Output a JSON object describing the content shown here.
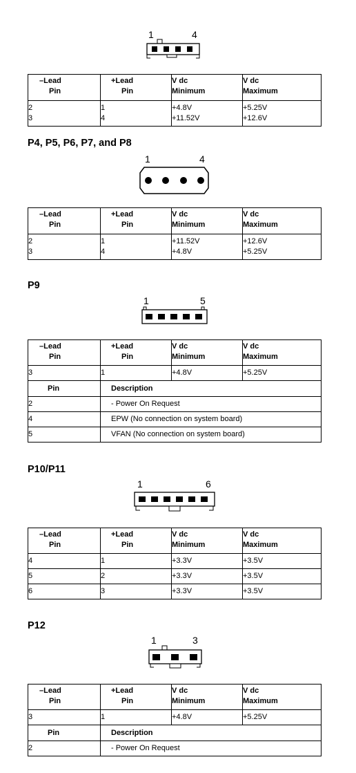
{
  "connector_labels": {
    "c1": {
      "left": "1",
      "right": "4"
    },
    "c2": {
      "left": "1",
      "right": "4"
    },
    "c3": {
      "left": "1",
      "right": "5"
    },
    "c4": {
      "left": "1",
      "right": "6"
    },
    "c5": {
      "left": "1",
      "right": "3"
    }
  },
  "headings": {
    "p4_p8": "P4, P5, P6, P7, and P8",
    "p9": "P9",
    "p10_p11": "P10/P11",
    "p12": "P12"
  },
  "table_header": {
    "neg_lead": "–Lead",
    "pos_lead": "+Lead",
    "pin": "Pin",
    "vdc": "V dc",
    "minimum": "Minimum",
    "maximum": "Maximum"
  },
  "desc_header": {
    "pin": "Pin",
    "description": "Description"
  },
  "table1": {
    "neg": [
      "2",
      "3"
    ],
    "pos": [
      "1",
      "4"
    ],
    "min": [
      "+4.8V",
      "+11.52V"
    ],
    "max": [
      "+5.25V",
      "+12.6V"
    ]
  },
  "table2": {
    "neg": [
      "2",
      "3"
    ],
    "pos": [
      "1",
      "4"
    ],
    "min": [
      "+11.52V",
      "+4.8V"
    ],
    "max": [
      "+12.6V",
      "+5.25V"
    ]
  },
  "table3": {
    "row": {
      "neg": "3",
      "pos": "1",
      "min": "+4.8V",
      "max": "+5.25V"
    },
    "desc": [
      {
        "pin": "2",
        "text": "- Power On Request"
      },
      {
        "pin": "4",
        "text": "EPW (No connection on system board)"
      },
      {
        "pin": "5",
        "text": "VFAN (No connection on system board)"
      }
    ]
  },
  "table4": {
    "rows": [
      {
        "neg": "4",
        "pos": "1",
        "min": "+3.3V",
        "max": "+3.5V"
      },
      {
        "neg": "5",
        "pos": "2",
        "min": "+3.3V",
        "max": "+3.5V"
      },
      {
        "neg": "6",
        "pos": "3",
        "min": "+3.3V",
        "max": "+3.5V"
      }
    ]
  },
  "table5": {
    "row": {
      "neg": "3",
      "pos": "1",
      "min": "+4.8V",
      "max": "+5.25V"
    },
    "desc": [
      {
        "pin": "2",
        "text": "- Power On Request"
      }
    ]
  }
}
